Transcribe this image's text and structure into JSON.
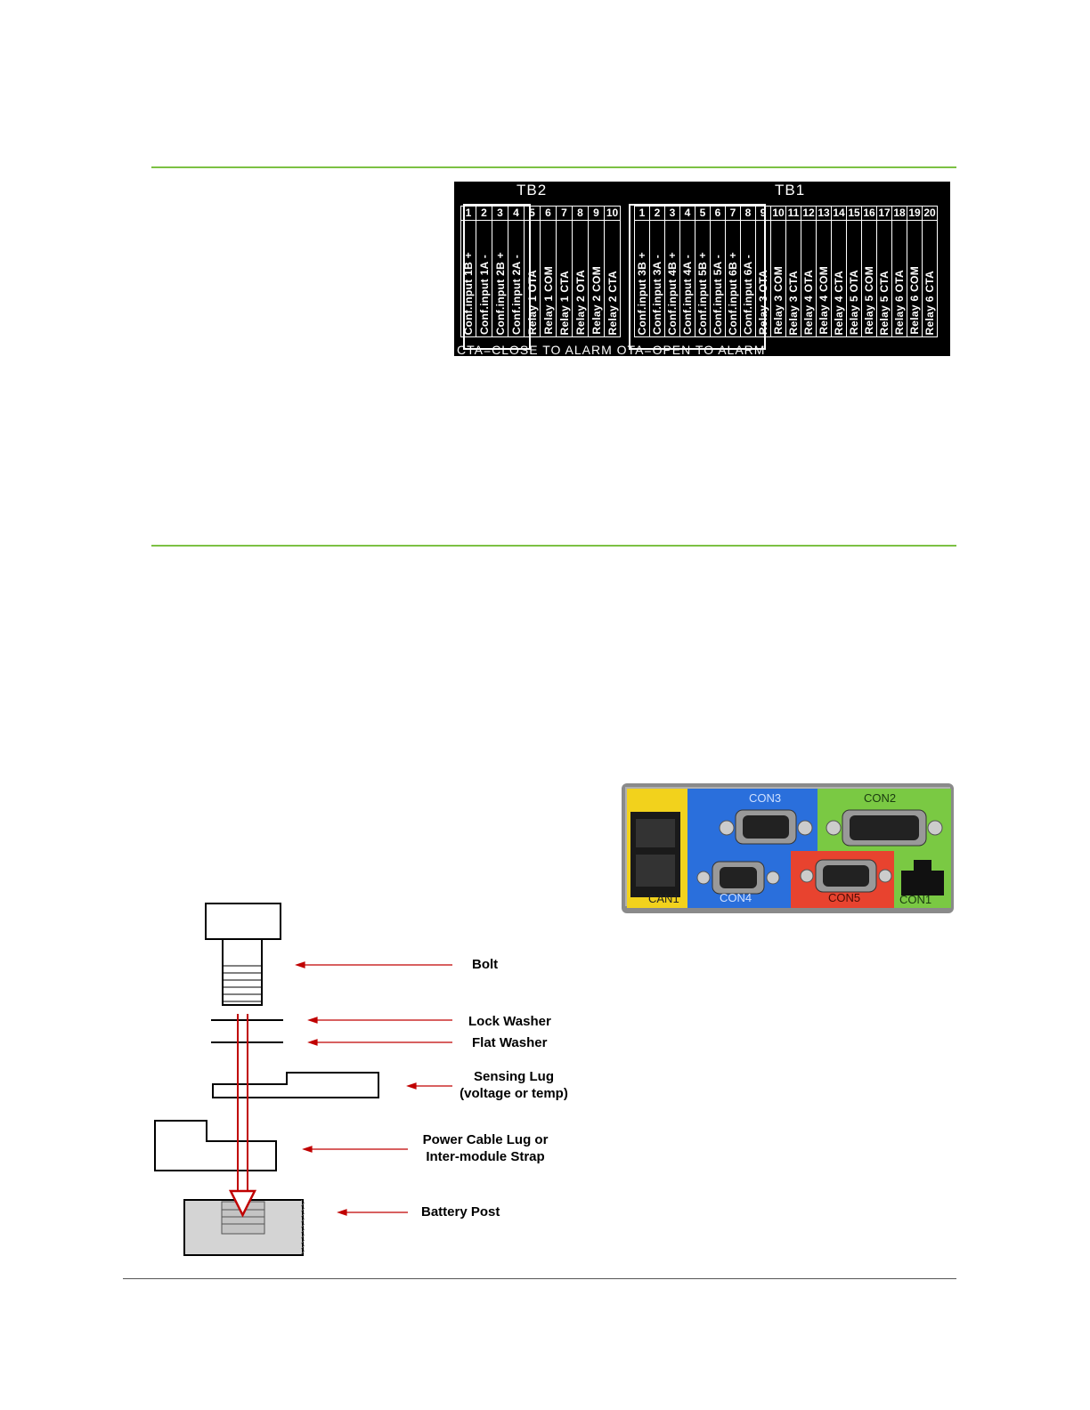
{
  "terminal_panel": {
    "tb2_title": "TB2",
    "tb1_title": "TB1",
    "tb2_pins": [
      "1",
      "2",
      "3",
      "4",
      "5",
      "6",
      "7",
      "8",
      "9",
      "10"
    ],
    "tb2_labels": [
      "Conf.input 1B  +",
      "Conf.input 1A  -",
      "Conf.input 2B  +",
      "Conf.input 2A  -",
      "Relay 1 OTA",
      "Relay 1 COM",
      "Relay 1 CTA",
      "Relay 2 OTA",
      "Relay 2 COM",
      "Relay 2 CTA"
    ],
    "tb1_pins": [
      "1",
      "2",
      "3",
      "4",
      "5",
      "6",
      "7",
      "8",
      "9",
      "10",
      "11",
      "12",
      "13",
      "14",
      "15",
      "16",
      "17",
      "18",
      "19",
      "20"
    ],
    "tb1_labels": [
      "Conf.input 3B  +",
      "Conf.input 3A  -",
      "Conf.input 4B  +",
      "Conf.input 4A  -",
      "Conf.input 5B  +",
      "Conf.input 5A  -",
      "Conf.input 6B  +",
      "Conf.input 6A  -",
      "Relay 3 OTA",
      "Relay 3 COM",
      "Relay 3 CTA",
      "Relay 4 OTA",
      "Relay 4 COM",
      "Relay 4 CTA",
      "Relay 5 OTA",
      "Relay 5 COM",
      "Relay 5 CTA",
      "Relay 6 OTA",
      "Relay 6 COM",
      "Relay 6 CTA"
    ],
    "footer": "CTA=CLOSE TO ALARM  OTA=OPEN TO ALARM"
  },
  "connector_photo": {
    "labels": {
      "can1": "CAN1",
      "con3": "CON3",
      "con2": "CON2",
      "con4": "CON4",
      "con5": "CON5",
      "con1": "CON1"
    },
    "colors": {
      "can1": "#f2d21c",
      "con3": "#2a6fdc",
      "con2": "#7ac943",
      "con4": "#2a6fdc",
      "con5": "#e8432f",
      "con1": "#7ac943"
    }
  },
  "bolt_diagram": {
    "bolt": "Bolt",
    "lock_washer": "Lock Washer",
    "flat_washer": "Flat Washer",
    "sensing_lug_1": "Sensing Lug",
    "sensing_lug_2": "(voltage or temp)",
    "power_lug_1": "Power Cable Lug or",
    "power_lug_2": "Inter-module Strap",
    "battery_post": "Battery Post",
    "arrow_color": "#c00000"
  }
}
